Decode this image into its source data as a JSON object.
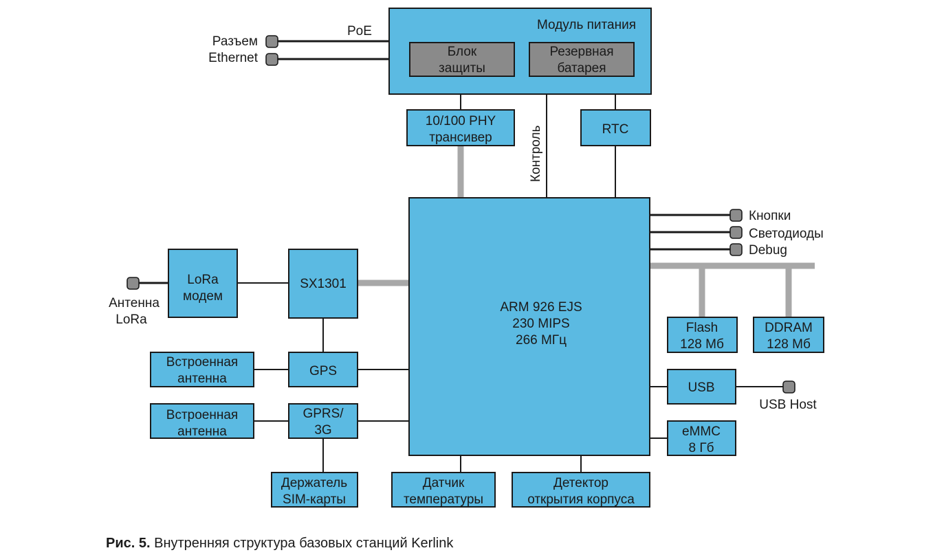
{
  "blocks": {
    "power": {
      "title": "Модуль питания"
    },
    "protection": {
      "line1": "Блок",
      "line2": "защиты"
    },
    "battery": {
      "line1": "Резервная",
      "line2": "батарея"
    },
    "phy": {
      "line1": "10/100 PHY",
      "line2": "трансивер"
    },
    "rtc": {
      "label": "RTC"
    },
    "cpu": {
      "line1": "ARM 926 EJS",
      "line2": "230 MIPS",
      "line3": "266 МГц"
    },
    "lora_modem": {
      "line1": "LoRa",
      "line2": "модем"
    },
    "sx1301": {
      "label": "SX1301"
    },
    "gps": {
      "label": "GPS"
    },
    "gprs": {
      "line1": "GPRS/",
      "line2": "3G"
    },
    "antenna_gps": {
      "line1": "Встроенная",
      "line2": "антенна"
    },
    "antenna_gprs": {
      "line1": "Встроенная",
      "line2": "антенна"
    },
    "sim": {
      "line1": "Держатель",
      "line2": "SIM-карты"
    },
    "temp": {
      "line1": "Датчик",
      "line2": "температуры"
    },
    "detector": {
      "line1": "Детектор",
      "line2": "открытия корпуса"
    },
    "flash": {
      "line1": "Flash",
      "line2": "128 Мб"
    },
    "ddram": {
      "line1": "DDRAM",
      "line2": "128 Мб"
    },
    "usb": {
      "label": "USB"
    },
    "emmc": {
      "line1": "eMMC",
      "line2": "8 Гб"
    }
  },
  "labels": {
    "ethernet_line1": "Разъем",
    "ethernet_line2": "Ethernet",
    "poe": "PoE",
    "control": "Контроль",
    "buttons": "Кнопки",
    "leds": "Светодиоды",
    "debug": "Debug",
    "lora_antenna_line1": "Антенна",
    "lora_antenna_line2": "LoRa",
    "usb_host": "USB Host"
  },
  "caption": {
    "prefix": "Рис. 5.",
    "text": " Внутренняя структура базовых станций Kerlink"
  }
}
